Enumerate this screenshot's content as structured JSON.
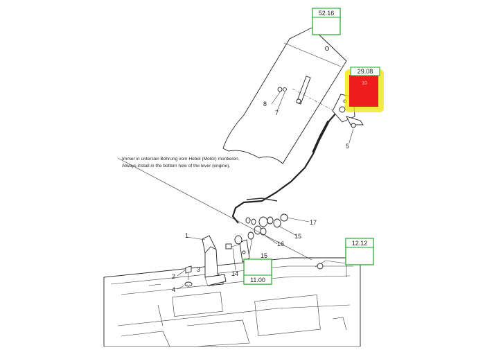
{
  "diagram": {
    "colors": {
      "ref_box_border": "#3cb043",
      "highlight_fill": "#ee1c1c",
      "highlight_glow": "#f2e600",
      "line": "#222222"
    },
    "reference_boxes": [
      {
        "id": "ref-52-16",
        "label": "52.16"
      },
      {
        "id": "ref-29-08",
        "label": "29.08",
        "sub_label": "10"
      },
      {
        "id": "ref-12-12",
        "label": "12.12"
      },
      {
        "id": "ref-11-00",
        "label": "11.00"
      }
    ],
    "callouts": [
      "1",
      "2",
      "3",
      "4",
      "5",
      "7",
      "8",
      "14",
      "15",
      "15",
      "16",
      "17"
    ],
    "note": {
      "line1": "Immer in unterster Bohrung vom Hebel (Motor) montieren.",
      "line2": "Always install in the bottom hole of the lever (engine)."
    }
  }
}
